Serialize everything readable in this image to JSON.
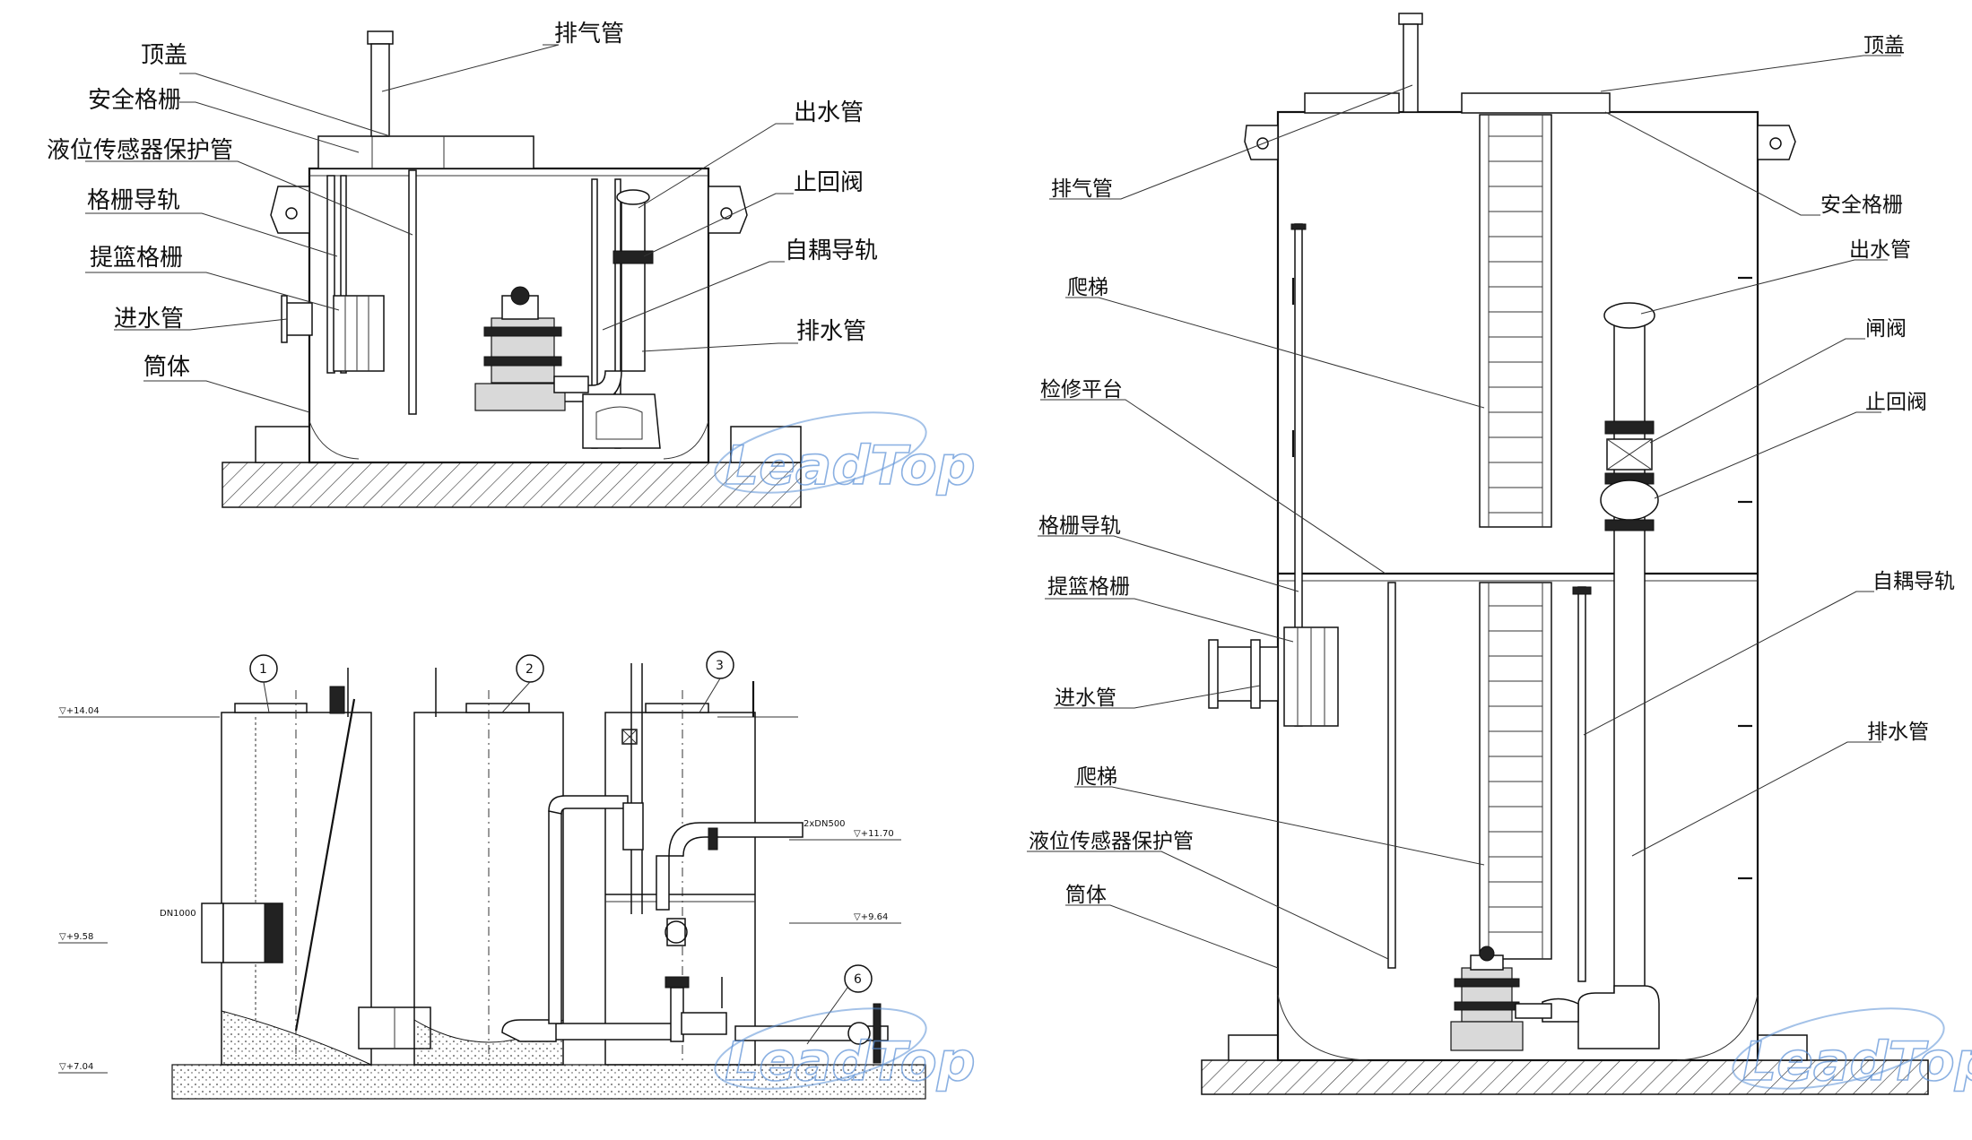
{
  "panel1": {
    "labels_left": [
      "顶盖",
      "安全格栅",
      "液位传感器保护管",
      "格栅导轨",
      "提篮格栅",
      "进水管",
      "筒体"
    ],
    "labels_right": [
      "排气管",
      "出水管",
      "止回阀",
      "自耦导轨",
      "排水管"
    ]
  },
  "panel2": {
    "callouts": [
      "1",
      "2",
      "3",
      "6"
    ],
    "levels": [
      "▽+14.04",
      "▽+9.58",
      "▽+7.04",
      "▽+11.70",
      "▽+9.64"
    ],
    "pipe_labels": [
      "DN1000",
      "2xDN500"
    ]
  },
  "panel3": {
    "labels_left": [
      "排气管",
      "爬梯",
      "检修平台",
      "格栅导轨",
      "提篮格栅",
      "进水管",
      "爬梯",
      "液位传感器保护管",
      "筒体"
    ],
    "labels_right": [
      "顶盖",
      "安全格栅",
      "出水管",
      "闸阀",
      "止回阀",
      "自耦导轨",
      "排水管"
    ]
  },
  "watermark": {
    "text": "LeadTop",
    "color": "#5a8fd6"
  }
}
